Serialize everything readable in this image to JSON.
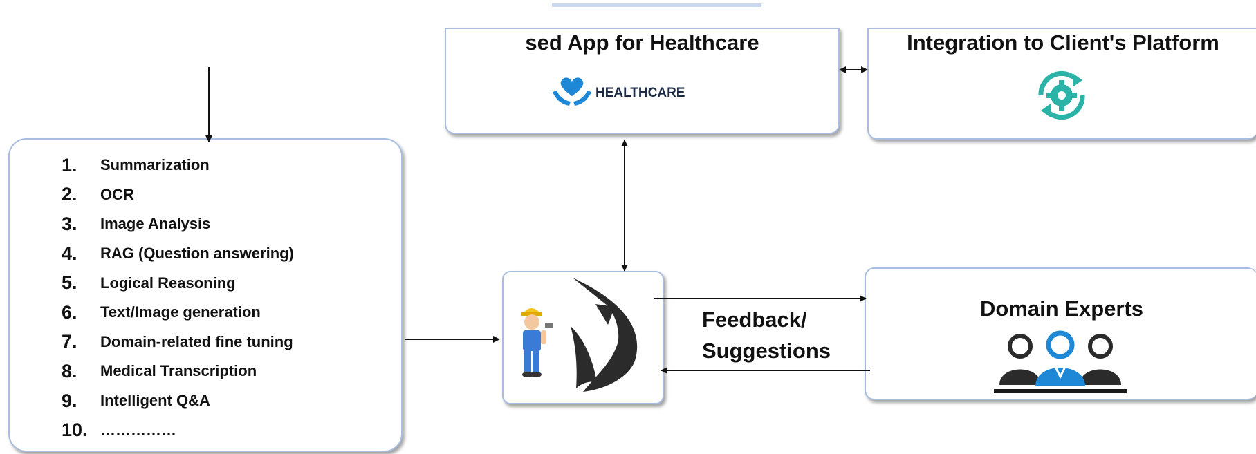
{
  "app_box": {
    "title": "sed App for Healthcare",
    "logo_text": "HEALTHCARE"
  },
  "integration_box": {
    "title": "Integration to Client's Platform"
  },
  "tasks": [
    {
      "num": "1.",
      "label": "Summarization"
    },
    {
      "num": "2.",
      "label": "OCR"
    },
    {
      "num": "3.",
      "label": "Image Analysis"
    },
    {
      "num": "4.",
      "label": "RAG (Question answering)"
    },
    {
      "num": "5.",
      "label": "Logical Reasoning"
    },
    {
      "num": "6.",
      "label": "Text/Image generation"
    },
    {
      "num": "7.",
      "label": "Domain-related fine tuning"
    },
    {
      "num": "8.",
      "label": "Medical Transcription"
    },
    {
      "num": "9.",
      "label": "Intelligent Q&A"
    },
    {
      "num": "10.",
      "label": "……………"
    }
  ],
  "feedback": {
    "line1": "Feedback/",
    "line2": "Suggestions"
  },
  "experts_box": {
    "title": "Domain Experts"
  },
  "colors": {
    "box_border": "#a9bde0",
    "accent_blue": "#1e88d6",
    "teal": "#2ab3a6",
    "dark": "#2b2b2b"
  },
  "icons": [
    "healthcare-logo-icon",
    "gear-sync-icon",
    "worker-icon",
    "checkmark-arrow-icon",
    "domain-experts-icon"
  ]
}
